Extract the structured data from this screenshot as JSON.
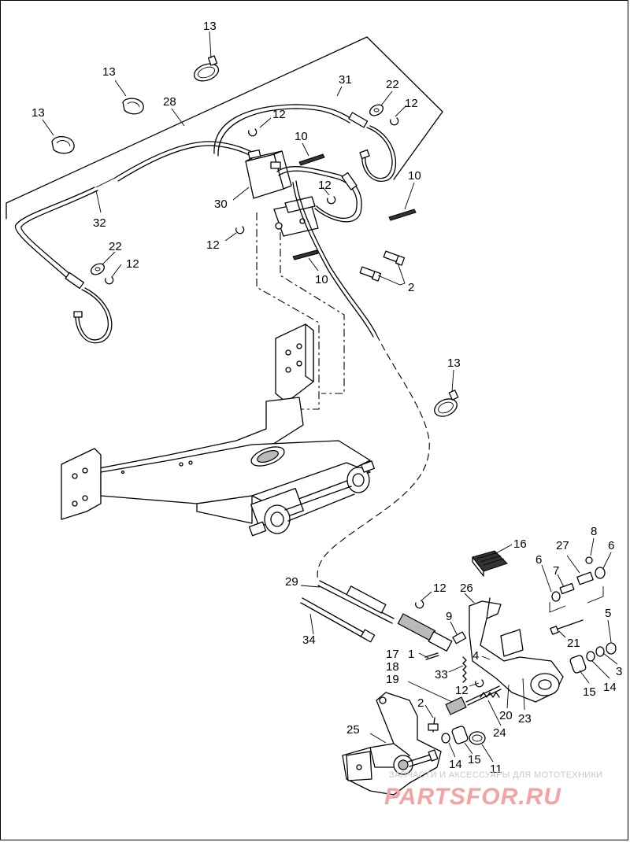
{
  "callouts": {
    "c13a": "13",
    "c13b": "13",
    "c13c": "13",
    "c13d": "13",
    "c28": "28",
    "c31": "31",
    "c22a": "22",
    "c12a": "12",
    "c12b": "12",
    "c10a": "10",
    "c10b": "10",
    "c12c": "12",
    "c30": "30",
    "c32": "32",
    "c12d": "12",
    "c22b": "22",
    "c12e": "12",
    "c10c": "10",
    "c2a": "2",
    "c16": "16",
    "c27": "27",
    "c8": "8",
    "c6a": "6",
    "c6b": "6",
    "c7": "7",
    "c29": "29",
    "c12f": "12",
    "c26": "26",
    "c9": "9",
    "c5": "5",
    "c34": "34",
    "c21": "21",
    "c1": "1",
    "c17": "17",
    "c18": "18",
    "c33": "33",
    "c4": "4",
    "c3": "3",
    "c19": "19",
    "c12g": "12",
    "c14a": "14",
    "c15a": "15",
    "c20": "20",
    "c23": "23",
    "c2b": "2",
    "c24": "24",
    "c25": "25",
    "c14b": "14",
    "c15b": "15",
    "c11": "11"
  },
  "watermark": {
    "tagline": "ЗАПЧАСТИ И АКСЕССУАРЫ ДЛЯ МОТОТЕХНИКИ",
    "brand": "PARTSFOR.RU"
  }
}
